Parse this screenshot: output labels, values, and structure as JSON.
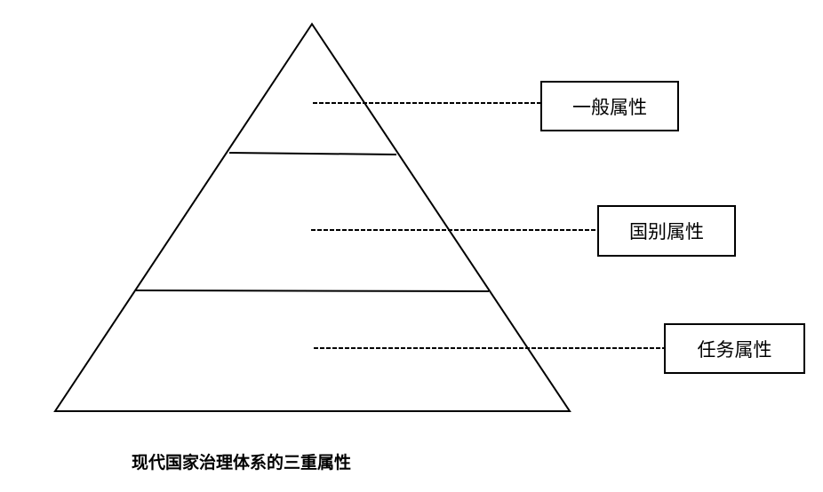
{
  "layers": [
    {
      "label": "一般属性"
    },
    {
      "label": "国别属性"
    },
    {
      "label": "任务属性"
    }
  ],
  "caption": "现代国家治理体系的三重属性",
  "colors": {
    "stroke": "#000000",
    "background": "#ffffff"
  }
}
